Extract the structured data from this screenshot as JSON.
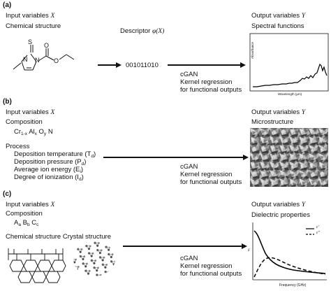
{
  "panel_a": {
    "label": "(a)",
    "input_text": "Input variables",
    "input_symbol": "X",
    "input_sub": "Chemical structure",
    "atom_S": "S",
    "atom_N1": "N",
    "atom_N2": "N",
    "atom_O1": "O",
    "atom_O2": "O",
    "descriptor_text": "Descriptor",
    "descriptor_symbol": "φ(X)",
    "bitstring": "001011010",
    "method1": "cGAN",
    "method2": "Kernel regression",
    "method3": "for functional outputs",
    "output_text": "Output variables",
    "output_symbol": "Y",
    "output_sub": "Spectral functions",
    "plot_ylabel": "Absorbance",
    "plot_xlabel": "Wavelength (μm)"
  },
  "panel_b": {
    "label": "(b)",
    "input_text": "Input variables",
    "input_symbol": "X",
    "composition_label": "Composition",
    "formula": {
      "cr": "Cr",
      "cr_sub": "1-x",
      "al": "Al",
      "al_sub": "x",
      "o": "O",
      "o_sub": "y",
      "n": "N"
    },
    "process_label": "Process",
    "process_items": [
      "Deposition temperature (T",
      "Deposition pressure (P",
      "Average ion energy (E",
      "Degree of ionization (I"
    ],
    "process_subs": [
      "d",
      "d",
      "i",
      "d"
    ],
    "method1": "cGAN",
    "method2": "Kernel regression",
    "method3": "for functional outputs",
    "output_text": "Output variables",
    "output_symbol": "Y",
    "output_sub": "Microstructure"
  },
  "panel_c": {
    "label": "(c)",
    "input_text": "Input variables",
    "input_symbol": "X",
    "composition_label": "Composition",
    "formula": {
      "a": "A",
      "a_sub": "a",
      "b": "B",
      "b_sub": "b",
      "c": "C",
      "c_sub": "c"
    },
    "structure_label": "Chemical structure Crystal structure",
    "method1": "cGAN",
    "method2": "Kernel regression",
    "method3": "for functional outputs",
    "output_text": "Output variables",
    "output_symbol": "Y",
    "output_sub": "Dielectric properties",
    "plot_xlabel": "Frequency (GHz)",
    "plot_ylabel": "ε",
    "legend": [
      "ε'",
      "ε''"
    ]
  },
  "colors": {
    "ink": "#111111",
    "spectrum_line": "#000000",
    "micro_dark": "#4a4a4a",
    "micro_light": "#d8d8d8"
  }
}
